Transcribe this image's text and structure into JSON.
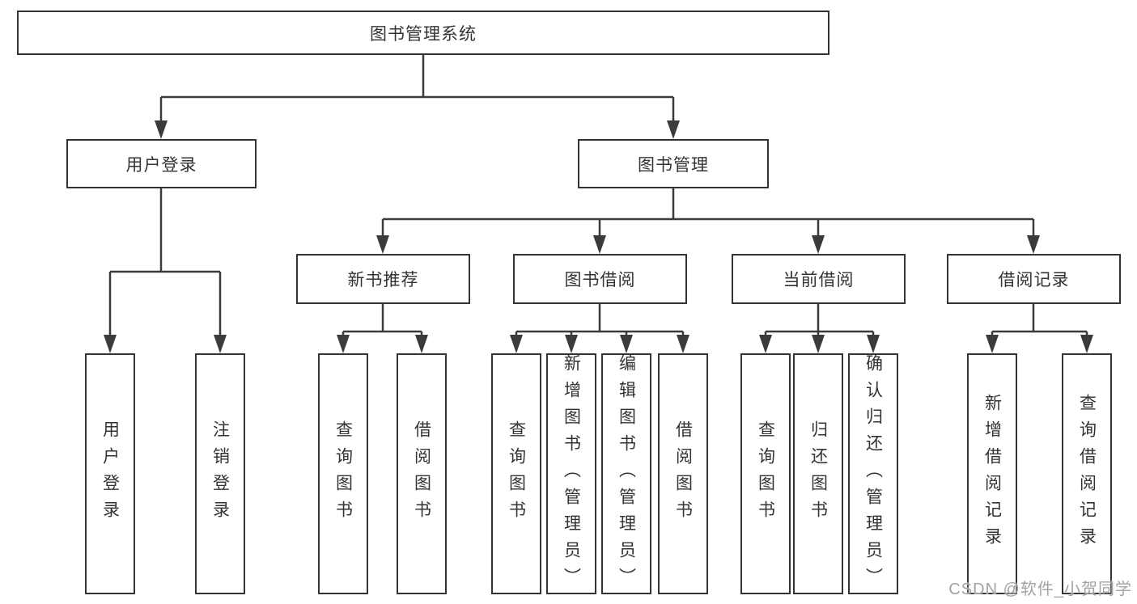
{
  "tree": {
    "label": "图书管理系统",
    "children": [
      {
        "label": "用户登录",
        "children": [
          {
            "label": "用户登录"
          },
          {
            "label": "注销登录"
          }
        ]
      },
      {
        "label": "图书管理",
        "children": [
          {
            "label": "新书推荐",
            "children": [
              {
                "label": "查询图书"
              },
              {
                "label": "借阅图书"
              }
            ]
          },
          {
            "label": "图书借阅",
            "children": [
              {
                "label": "查询图书"
              },
              {
                "label": "新增图书（管理员）"
              },
              {
                "label": "编辑图书（管理员）"
              },
              {
                "label": "借阅图书"
              }
            ]
          },
          {
            "label": "当前借阅",
            "children": [
              {
                "label": "查询图书"
              },
              {
                "label": "归还图书"
              },
              {
                "label": "确认归还（管理员）"
              }
            ]
          },
          {
            "label": "借阅记录",
            "children": [
              {
                "label": "新增借阅记录"
              },
              {
                "label": "查询借阅记录"
              }
            ]
          }
        ]
      }
    ]
  },
  "watermark": "CSDN @软件_小贺同学",
  "colors": {
    "line": "#3b3b3b",
    "box_border": "#333333",
    "text": "#333333",
    "watermark": "#a3a3a3",
    "background": "#ffffff"
  }
}
